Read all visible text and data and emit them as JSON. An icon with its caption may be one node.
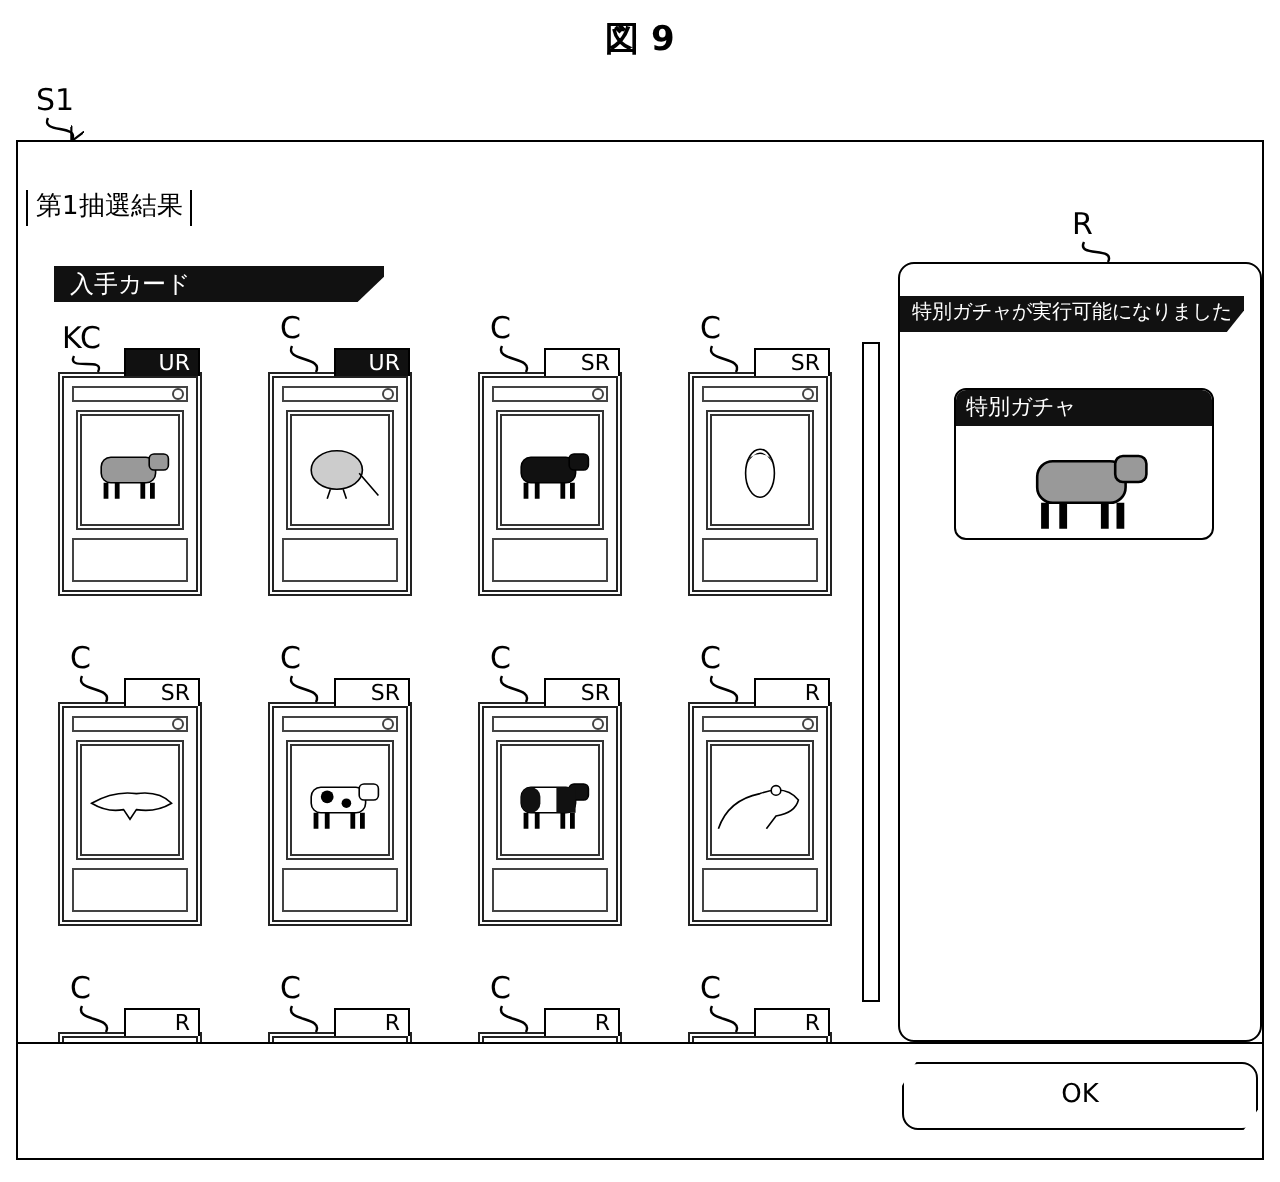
{
  "diagram": {
    "title": "図 9",
    "nodes": [
      {
        "text": [
          "第1抽選結果"
        ]
      },
      {
        "text": [
          "入手カード"
        ],
        "in": 0
      },
      {
        "text": [
          "UR"
        ],
        "in": 0
      },
      {
        "text": [
          "UR"
        ],
        "in": 0
      },
      {
        "text": [
          "SR"
        ],
        "in": 0
      },
      {
        "text": [
          "SR"
        ],
        "in": 0
      },
      {
        "text": [
          "SR"
        ],
        "in": 0
      },
      {
        "text": [
          "SR"
        ],
        "in": 0
      },
      {
        "text": [
          "SR"
        ],
        "in": 0
      },
      {
        "text": [
          "R"
        ],
        "in": 0
      },
      {
        "text": [
          "R"
        ],
        "in": 0
      },
      {
        "text": [
          "R"
        ],
        "in": 0
      },
      {
        "text": [
          "R"
        ],
        "in": 0
      },
      {
        "text": [
          "R"
        ],
        "in": 0
      },
      {
        "text": [],
        "shape": "box",
        "in": 0
      },
      {
        "text": [
          "特別ガチャが実行可能になりました"
        ],
        "in": 14
      },
      {
        "text": [
          "特別ガチャ"
        ],
        "in": 14
      },
      {
        "text": [
          "OK"
        ],
        "in": 0
      },
      {
        "text": [
          "S1"
        ]
      },
      {
        "text": [
          "KC"
        ],
        "in": 0
      },
      {
        "text": [
          "C"
        ],
        "in": 0
      },
      {
        "text": [
          "C"
        ],
        "in": 0
      },
      {
        "text": [
          "C"
        ],
        "in": 0
      },
      {
        "text": [
          "C"
        ],
        "in": 0
      },
      {
        "text": [
          "C"
        ],
        "in": 0
      },
      {
        "text": [
          "C"
        ],
        "in": 0
      },
      {
        "text": [
          "C"
        ],
        "in": 0
      },
      {
        "text": [
          "C"
        ],
        "in": 0
      },
      {
        "text": [
          "C"
        ],
        "in": 0
      },
      {
        "text": [
          "C"
        ],
        "in": 0
      },
      {
        "text": [
          "C"
        ],
        "in": 0
      },
      {
        "text": [
          "R"
        ],
        "in": 0
      }
    ],
    "edges": [
      {
        "from": 18,
        "to": 0,
        "arrow": "to"
      },
      {
        "from": 19,
        "to": 2,
        "arrow": "none"
      },
      {
        "from": 20,
        "to": 3,
        "arrow": "none"
      },
      {
        "from": 21,
        "to": 4,
        "arrow": "none"
      },
      {
        "from": 22,
        "to": 5,
        "arrow": "none"
      },
      {
        "from": 23,
        "to": 6,
        "arrow": "none"
      },
      {
        "from": 24,
        "to": 7,
        "arrow": "none"
      },
      {
        "from": 25,
        "to": 8,
        "arrow": "none"
      },
      {
        "from": 26,
        "to": 9,
        "arrow": "none"
      },
      {
        "from": 27,
        "to": 10,
        "arrow": "none"
      },
      {
        "from": 28,
        "to": 11,
        "arrow": "none"
      },
      {
        "from": 29,
        "to": 12,
        "arrow": "none"
      },
      {
        "from": 30,
        "to": 13,
        "arrow": "none"
      },
      {
        "from": 31,
        "to": 14,
        "arrow": "none"
      }
    ]
  }
}
